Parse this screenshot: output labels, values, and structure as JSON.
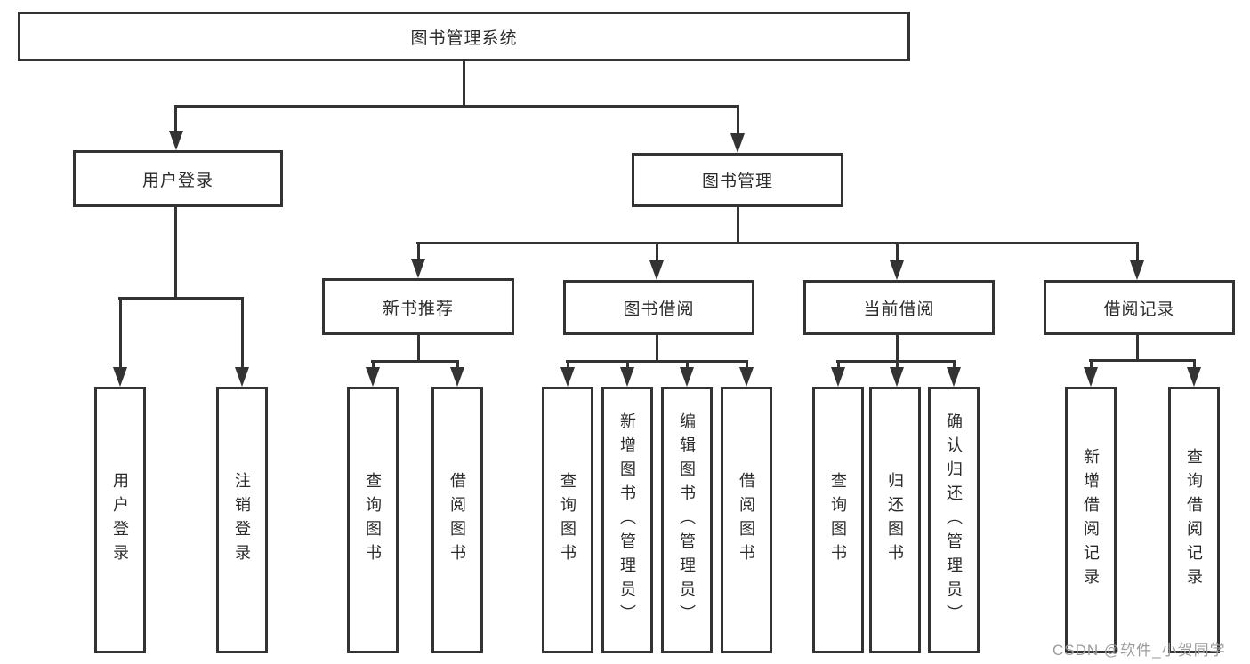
{
  "diagram_title": "图书管理系统",
  "tree": {
    "label": "图书管理系统",
    "children": [
      {
        "label": "用户登录",
        "children": [
          {
            "label": "用户登录"
          },
          {
            "label": "注销登录"
          }
        ]
      },
      {
        "label": "图书管理",
        "children": [
          {
            "label": "新书推荐",
            "children": [
              {
                "label": "查询图书"
              },
              {
                "label": "借阅图书"
              }
            ]
          },
          {
            "label": "图书借阅",
            "children": [
              {
                "label": "查询图书"
              },
              {
                "label": "新增图书（管理员）"
              },
              {
                "label": "编辑图书（管理员）"
              },
              {
                "label": "借阅图书"
              }
            ]
          },
          {
            "label": "当前借阅",
            "children": [
              {
                "label": "查询图书"
              },
              {
                "label": "归还图书"
              },
              {
                "label": "确认归还（管理员）"
              }
            ]
          },
          {
            "label": "借阅记录",
            "children": [
              {
                "label": "新增借阅记录"
              },
              {
                "label": "查询借阅记录"
              }
            ]
          }
        ]
      }
    ]
  },
  "watermark": {
    "text": "CSDN @软件_小贺同学"
  },
  "colors": {
    "background": "#ffffff",
    "box_border": "#333333",
    "connector_line": "#333333",
    "text": "#2b2b2b",
    "watermark": "#9c9c9c"
  }
}
